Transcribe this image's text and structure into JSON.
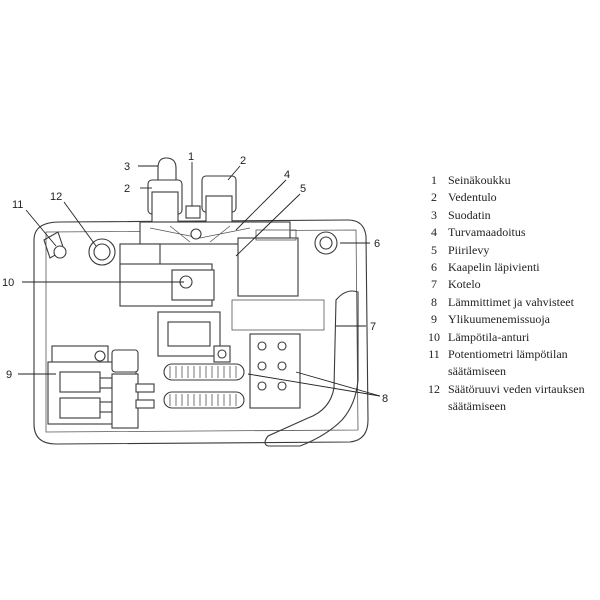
{
  "callouts": {
    "c1": "1",
    "c2a": "2",
    "c3": "3",
    "c4": "4",
    "c5": "5",
    "c6": "6",
    "c7": "7",
    "c8": "8",
    "c9": "9",
    "c10": "10",
    "c11": "11",
    "c12": "12"
  },
  "legend": [
    {
      "num": "1",
      "text": "Seinäkoukku"
    },
    {
      "num": "2",
      "text": "Vedentulo"
    },
    {
      "num": "3",
      "text": "Suodatin"
    },
    {
      "num": "4",
      "text": "Turvamaadoitus"
    },
    {
      "num": "5",
      "text": "Piirilevy"
    },
    {
      "num": "6",
      "text": "Kaapelin läpivienti"
    },
    {
      "num": "7",
      "text": "Kotelo"
    },
    {
      "num": "8",
      "text": "Lämmittimet ja vahvisteet"
    },
    {
      "num": "9",
      "text": "Ylikuumenemissuoja"
    },
    {
      "num": "10",
      "text": "Lämpötila-anturi"
    },
    {
      "num": "11",
      "text": "Potentiometri lämpötilan säätämiseen"
    },
    {
      "num": "12",
      "text": "Säätöruuvi veden virtauksen säätämiseen"
    }
  ]
}
